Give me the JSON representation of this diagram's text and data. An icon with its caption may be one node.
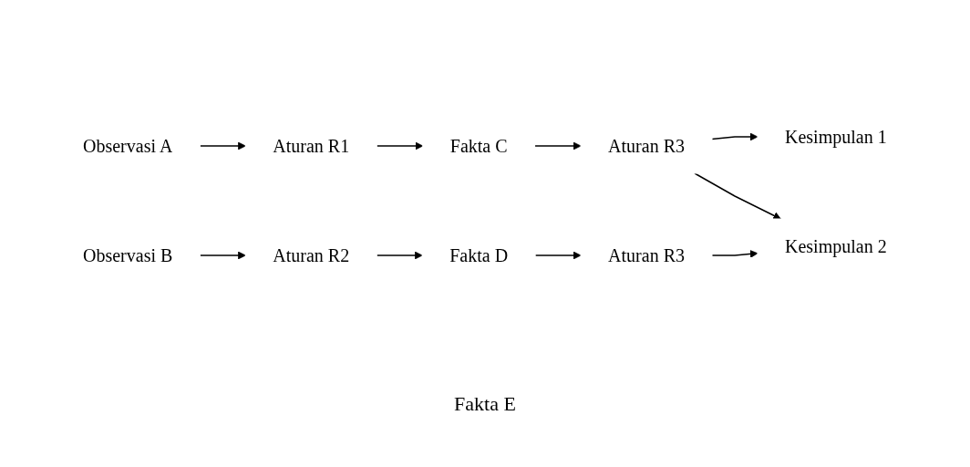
{
  "diagram": {
    "nodes": [
      {
        "text": [
          "Observasi A"
        ]
      },
      {
        "text": [
          "Aturan R1"
        ]
      },
      {
        "text": [
          "Fakta C"
        ]
      },
      {
        "text": [
          "Aturan R3"
        ]
      },
      {
        "text": [
          "Kesimpulan 1"
        ]
      },
      {
        "text": [
          "Kesimpulan 2"
        ]
      },
      {
        "text": [
          "Observasi B"
        ]
      },
      {
        "text": [
          "Aturan R2"
        ]
      },
      {
        "text": [
          "Fakta D"
        ]
      },
      {
        "text": [
          "Aturan R3"
        ]
      }
    ],
    "edges": [
      {
        "from": 0,
        "to": 1,
        "arrow": "to"
      },
      {
        "from": 1,
        "to": 2,
        "arrow": "to"
      },
      {
        "from": 2,
        "to": 3,
        "arrow": "to"
      },
      {
        "from": 3,
        "to": 4,
        "arrow": "to"
      },
      {
        "from": 3,
        "to": 5,
        "arrow": "to"
      },
      {
        "from": 6,
        "to": 7,
        "arrow": "to"
      },
      {
        "from": 7,
        "to": 8,
        "arrow": "to"
      },
      {
        "from": 8,
        "to": 9,
        "arrow": "to"
      },
      {
        "from": 9,
        "to": 5,
        "arrow": "to"
      }
    ],
    "labels": [
      "Fakta E"
    ]
  }
}
